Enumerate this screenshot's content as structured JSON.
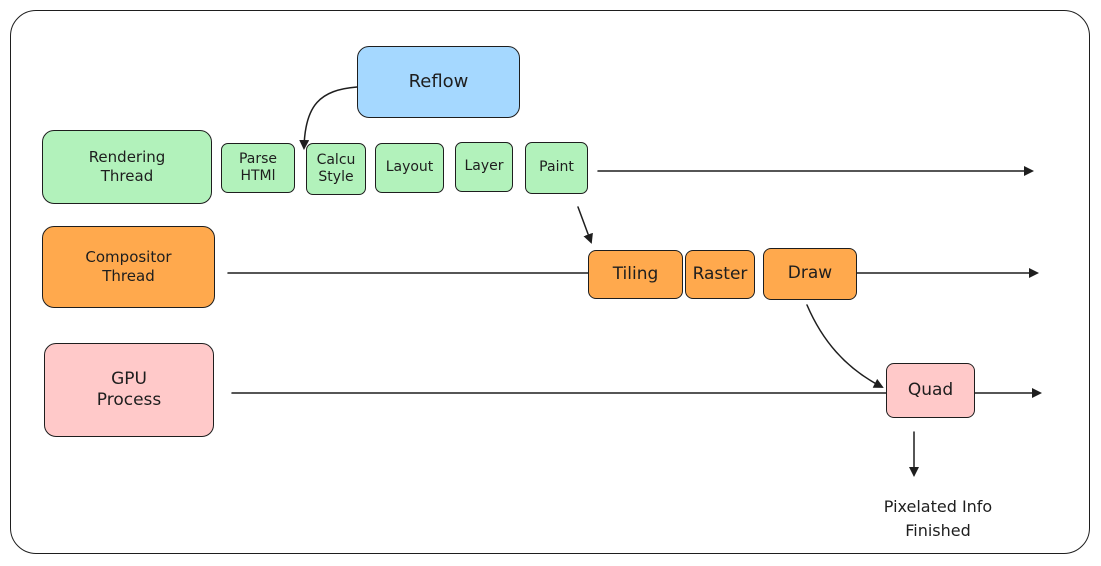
{
  "lanes": {
    "rendering": {
      "label": "Rendering\nThread",
      "steps": [
        "Parse\nHTMl",
        "Calcu\nStyle",
        "Layout",
        "Layer",
        "Paint"
      ]
    },
    "compositor": {
      "label": "Compositor\nThread",
      "steps": [
        "Tiling",
        "Raster",
        "Draw"
      ]
    },
    "gpu": {
      "label": "GPU\nProcess",
      "steps": [
        "Quad"
      ]
    }
  },
  "reflow": {
    "label": "Reflow"
  },
  "output_note": "Pixelated Info\nFinished",
  "colors": {
    "rendering": "#b2f2bb",
    "compositor": "#ffa94d",
    "gpu": "#ffc9c9",
    "reflow": "#a5d8ff",
    "stroke": "#1e1e1e"
  }
}
